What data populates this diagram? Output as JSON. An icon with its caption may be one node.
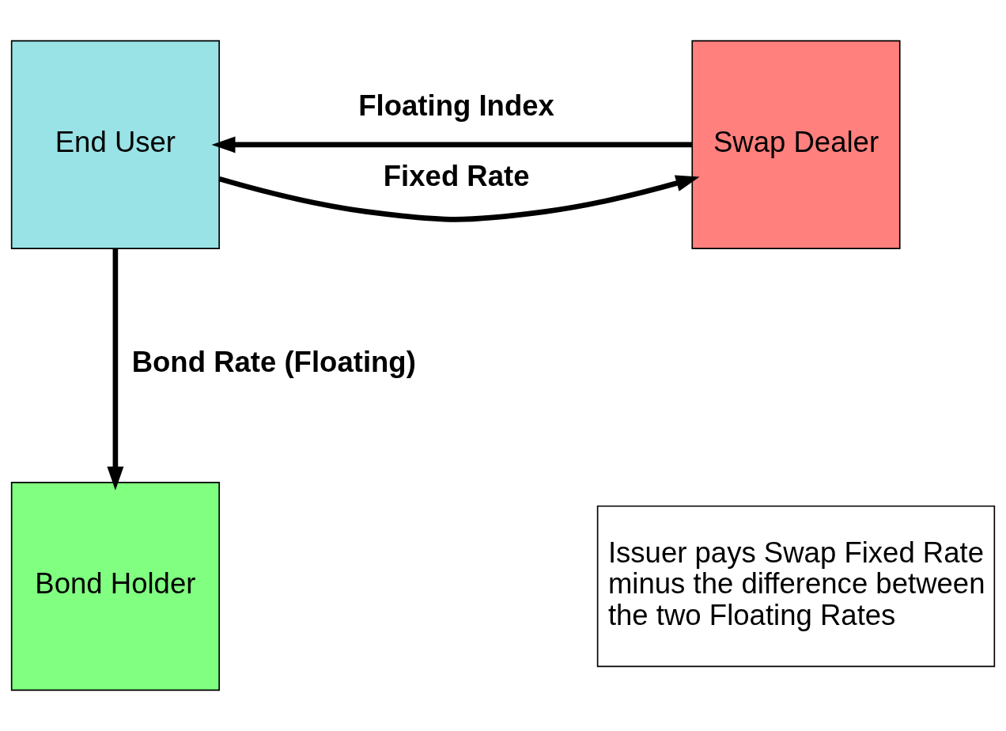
{
  "diagram": {
    "nodes": [
      {
        "text": [
          "End User"
        ]
      },
      {
        "text": [
          "Swap Dealer"
        ]
      },
      {
        "text": [
          "Bond Holder"
        ]
      },
      {
        "text": [
          "Issuer pays Swap Fixed Rate minus the difference between the two Floating Rates"
        ]
      }
    ],
    "edges": [
      {
        "from": 0,
        "to": 1,
        "arrow": "to",
        "label": "Fixed Rate"
      },
      {
        "from": 1,
        "to": 0,
        "arrow": "to",
        "label": "Floating Index"
      },
      {
        "from": 0,
        "to": 2,
        "arrow": "to",
        "label": "Bond Rate (Floating)"
      }
    ]
  }
}
